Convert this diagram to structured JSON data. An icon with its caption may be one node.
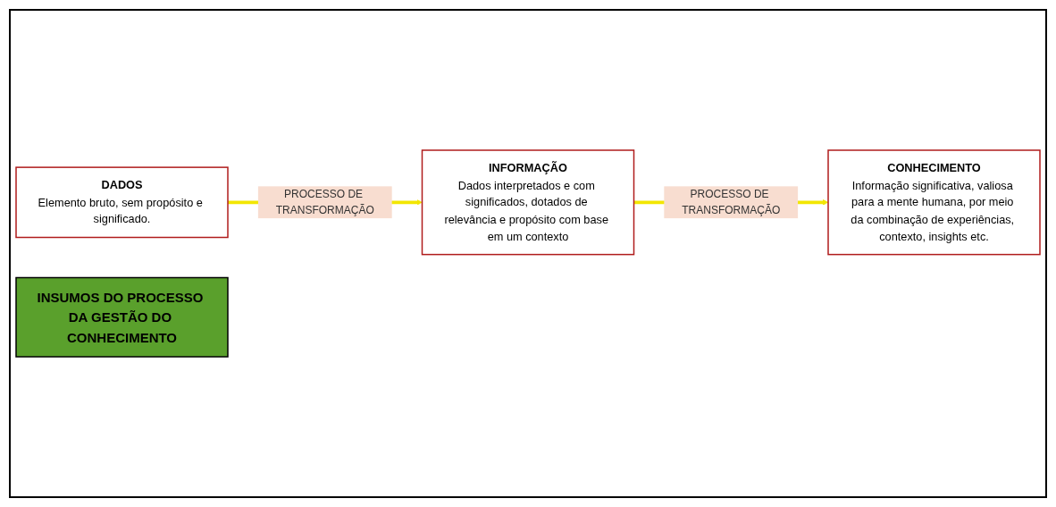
{
  "diagram": {
    "nodes": [
      {
        "text": [
          "DADOS",
          "Elemento bruto, sem propósito e significado."
        ]
      },
      {
        "text": [
          "INFORMAÇÃO",
          "Dados interpretados e com significados, dotados de relevância e propósito com base em um contexto"
        ]
      },
      {
        "text": [
          "CONHECIMENTO",
          "Informação significativa, valiosa para a mente humana, por meio da combinação de experiências, contexto, insights etc."
        ]
      },
      {
        "text": [
          "INSUMOS DO PROCESSO DA GESTÃO DO CONHECIMENTO"
        ]
      }
    ],
    "edges": [
      {
        "from": 0,
        "to": 1,
        "arrow": "to",
        "label": "PROCESSO DE TRANSFORMAÇÃO"
      },
      {
        "from": 1,
        "to": 2,
        "arrow": "to",
        "label": "PROCESSO DE TRANSFORMAÇÃO"
      }
    ]
  }
}
